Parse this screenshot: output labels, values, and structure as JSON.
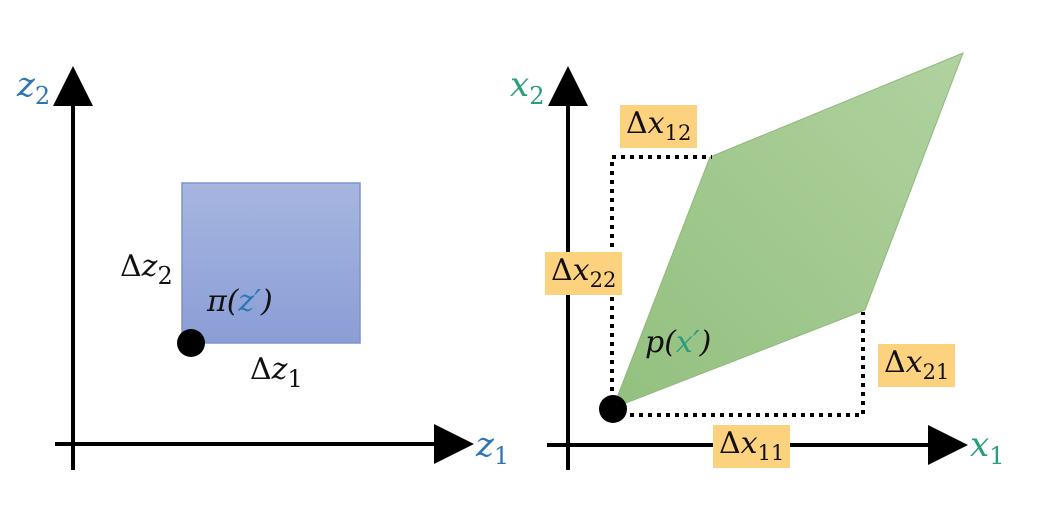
{
  "left_panel": {
    "x_axis": {
      "symbol": "z",
      "sub": "1"
    },
    "y_axis": {
      "symbol": "z",
      "sub": "2"
    },
    "width_label": {
      "prefix": "Δ",
      "symbol": "z",
      "sub": "1"
    },
    "height_label": {
      "prefix": "Δ",
      "symbol": "z",
      "sub": "2"
    },
    "density_label": {
      "fn": "π(",
      "arg": "z′",
      "close": ")"
    }
  },
  "right_panel": {
    "x_axis": {
      "symbol": "x",
      "sub": "1"
    },
    "y_axis": {
      "symbol": "x",
      "sub": "2"
    },
    "tags": {
      "dx11": {
        "prefix": "Δ",
        "symbol": "x",
        "sub": "11"
      },
      "dx12": {
        "prefix": "Δ",
        "symbol": "x",
        "sub": "12"
      },
      "dx21": {
        "prefix": "Δ",
        "symbol": "x",
        "sub": "21"
      },
      "dx22": {
        "prefix": "Δ",
        "symbol": "x",
        "sub": "22"
      }
    },
    "density_label": {
      "fn": "p(",
      "arg": "x′",
      "close": ")"
    }
  },
  "colors": {
    "z_blue": "#2e75b6",
    "x_green": "#2a9d7e",
    "square": "#97a9dc",
    "parallelogram": "#a3c992",
    "tag": "#fdd27e"
  }
}
